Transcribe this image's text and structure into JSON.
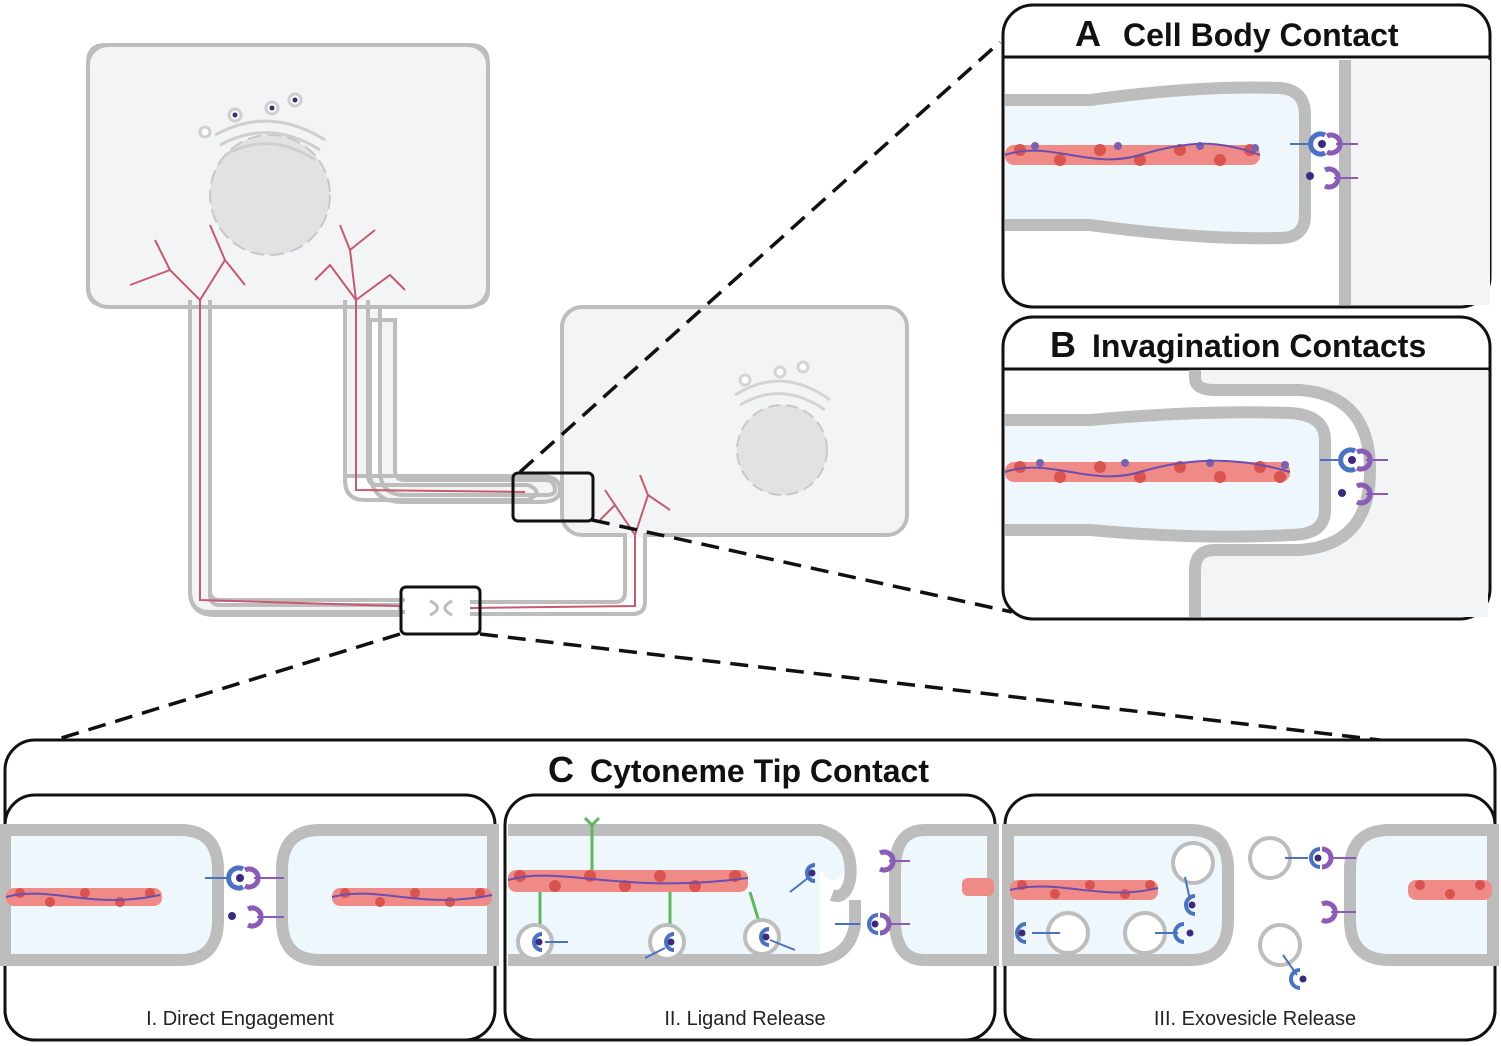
{
  "panels": {
    "a": {
      "letter": "A",
      "title": "Cell Body Contact"
    },
    "b": {
      "letter": "B",
      "title": "Invagination Contacts"
    },
    "c": {
      "letter": "C",
      "title": "Cytoneme Tip Contact",
      "subpanels": [
        {
          "caption": "I. Direct Engagement"
        },
        {
          "caption": "II. Ligand Release"
        },
        {
          "caption": "III. Exovesicle Release"
        }
      ]
    }
  },
  "colors": {
    "cell_fill": "#f2f4f5",
    "membrane": "#bdbdbd",
    "inner_fill": "#eef7fc",
    "actin_red": "#d9534f",
    "actin_pink": "#ef8a86",
    "myosin_purple": "#7b5fb0",
    "receptor_blue": "#4a72c4",
    "receptor_purple": "#8a5cb8",
    "ligand_dark": "#3b2a80",
    "linker_green": "#5cb85c",
    "cytoneme_red": "#c85a6e"
  }
}
